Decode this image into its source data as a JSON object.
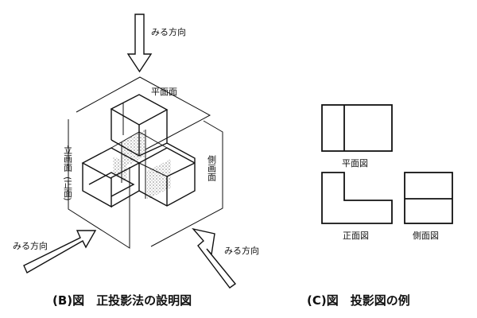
{
  "diagram": {
    "top_direction_label": "みる方向",
    "left_direction_label": "みる方向",
    "right_direction_label": "みる方向",
    "plane_top_label": "平面面",
    "plane_left_label_main": "立画面",
    "plane_left_label_paren": "(正面)",
    "plane_right_label": "側画面",
    "caption_left": "(B)図　正投影法の設明図",
    "view_top_label": "平面図",
    "view_front_label": "正面図",
    "view_side_label": "側面図",
    "caption_right": "(C)図　投影図の例"
  }
}
